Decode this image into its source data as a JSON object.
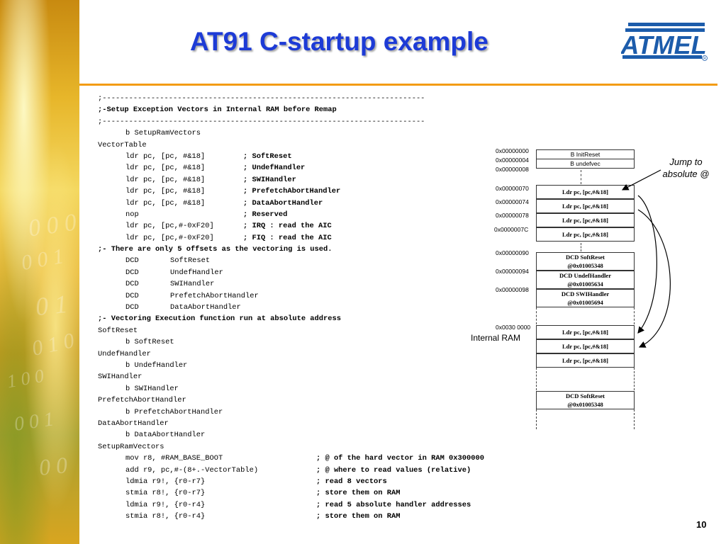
{
  "title": "AT91 C-startup example",
  "logo_text": "ATMEL",
  "page_number": "10",
  "code": {
    "sep1": ";-------------------------------------------------------------------------",
    "hdr": ";-Setup Exception Vectors in Internal RAM before Remap",
    "sep2": ";-------------------------------------------------------------------------",
    "l1": "b SetupRamVectors",
    "l2": "VectorTable",
    "vt": [
      {
        "instr": "ldr pc, [pc, #&18]",
        "comment": "; SoftReset"
      },
      {
        "instr": "ldr pc, [pc, #&18]",
        "comment": "; UndefHandler"
      },
      {
        "instr": "ldr pc, [pc, #&18]",
        "comment": "; SWIHandler"
      },
      {
        "instr": "ldr pc, [pc, #&18]",
        "comment": "; PrefetchAbortHandler"
      },
      {
        "instr": "ldr pc, [pc, #&18]",
        "comment": "; DataAbortHandler"
      },
      {
        "instr": "nop",
        "comment": "; Reserved"
      },
      {
        "instr": "ldr pc, [pc,#-0xF20]",
        "comment": "; IRQ : read the AIC"
      },
      {
        "instr": "ldr pc, [pc,#-0xF20]",
        "comment": "; FIQ : read the AIC"
      }
    ],
    "offsets_note": ";- There are only 5 offsets as the vectoring is used.",
    "dcd": [
      {
        "k": "DCD",
        "v": "SoftReset"
      },
      {
        "k": "DCD",
        "v": "UndefHandler"
      },
      {
        "k": "DCD",
        "v": "SWIHandler"
      },
      {
        "k": "DCD",
        "v": "PrefetchAbortHandler"
      },
      {
        "k": "DCD",
        "v": "DataAbortHandler"
      }
    ],
    "vect_note": ";- Vectoring Execution function run at absolute address",
    "handlers": [
      {
        "label": "SoftReset",
        "branch": "b SoftReset"
      },
      {
        "label": "UndefHandler",
        "branch": "b UndefHandler"
      },
      {
        "label": "SWIHandler",
        "branch": "b SWIHandler"
      },
      {
        "label": "PrefetchAbortHandler",
        "branch": "b PrefetchAbortHandler"
      },
      {
        "label": "DataAbortHandler",
        "branch": "b DataAbortHandler"
      }
    ],
    "setup_label": "SetupRamVectors",
    "setup": [
      {
        "instr": "mov r8, #RAM_BASE_BOOT",
        "comment": "; @ of the hard vector in RAM 0x300000"
      },
      {
        "instr": "add r9, pc,#-(8+.-VectorTable)",
        "comment": "; @ where to read values (relative)"
      },
      {
        "instr": "ldmia r9!, {r0-r7}",
        "comment": "; read 8 vectors"
      },
      {
        "instr": "stmia r8!, {r0-r7}",
        "comment": "; store them on RAM"
      },
      {
        "instr": "ldmia r9!, {r0-r4}",
        "comment": "; read 5 absolute handler addresses"
      },
      {
        "instr": "stmia r8!, {r0-r4}",
        "comment": "; store them on RAM"
      }
    ]
  },
  "diagram": {
    "addresses": {
      "a0": "0x00000000",
      "a4": "0x00000004",
      "a8": "0x00000008",
      "a70": "0x00000070",
      "a74": "0x00000074",
      "a78": "0x00000078",
      "a7c": "0x0000007C",
      "a90": "0x00000090",
      "a94": "0x00000094",
      "a98": "0x00000098",
      "ram": "0x0030 0000"
    },
    "cells": {
      "initreset": "B InitReset",
      "undefvec": "B undefvec",
      "ldr": "Ldr pc, [pc,#&18]",
      "dcd_soft": "DCD SoftReset",
      "addr_soft": "@0x01005348",
      "dcd_undef": "DCD UndefHandler",
      "addr_undef": "@0x01005634",
      "dcd_swi": "DCD SWIHandler",
      "addr_swi": "@0x01005694"
    },
    "internal_ram": "Internal RAM",
    "jump_note_1": "Jump to",
    "jump_note_2": "absolute @"
  }
}
